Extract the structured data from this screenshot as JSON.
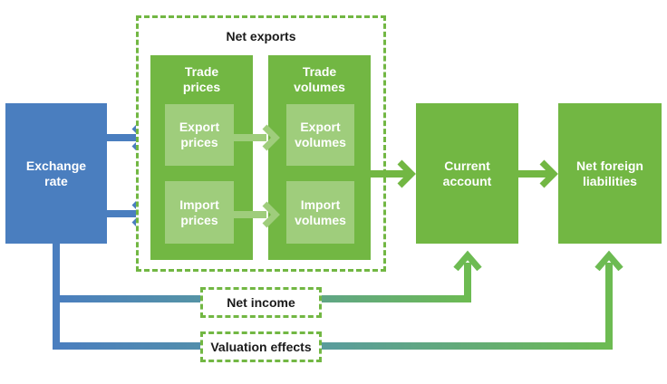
{
  "diagram": {
    "exchange_rate": "Exchange\nrate",
    "net_exports": "Net exports",
    "trade_prices": "Trade\nprices",
    "trade_volumes": "Trade\nvolumes",
    "export_prices": "Export\nprices",
    "import_prices": "Import\nprices",
    "export_volumes": "Export\nvolumes",
    "import_volumes": "Import\nvolumes",
    "current_account": "Current\naccount",
    "net_foreign_liabilities": "Net foreign\nliabilities",
    "net_income": "Net income",
    "valuation_effects": "Valuation effects"
  },
  "colors": {
    "blue": "#4a7ebf",
    "green": "#72b743",
    "light_green": "#9fcd7c",
    "transition": "#4f98a8"
  }
}
